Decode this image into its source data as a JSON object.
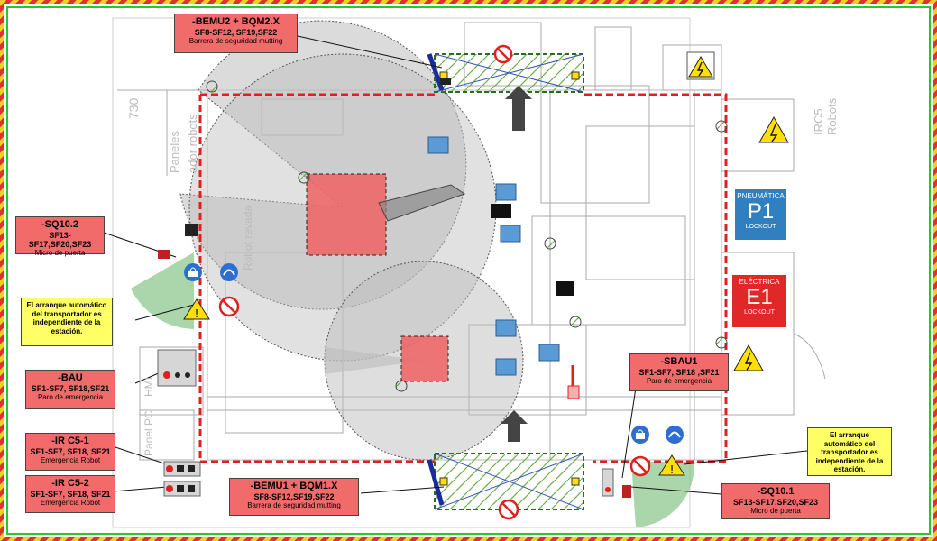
{
  "labels": {
    "bemu2": {
      "title": "-BEMU2 + BQM2.X",
      "codes": "SF8-SF12, SF19,SF22",
      "desc": "Barrera de seguridad mutting"
    },
    "sq10_2": {
      "title": "-SQ10.2",
      "codes": "SF13-SF17,SF20,SF23",
      "desc": "Micro de puerta"
    },
    "bau": {
      "title": "-BAU",
      "codes": "SF1-SF7, SF18,SF21",
      "desc": "Paro de emergencia"
    },
    "irc5_1": {
      "title": "-IR C5-1",
      "codes": "SF1-SF7, SF18, SF21",
      "desc": "Emergencia Robot"
    },
    "irc5_2": {
      "title": "-IR C5-2",
      "codes": "SF1-SF7, SF18, SF21",
      "desc": "Emergencia Robot"
    },
    "bemu1": {
      "title": "-BEMU1 + BQM1.X",
      "codes": "SF8-SF12,SF19,SF22",
      "desc": "Barrera de seguridad mutting"
    },
    "sbau1": {
      "title": "-SBAU1",
      "codes": "SF1-SF7, SF18 ,SF21",
      "desc": "Paro de emergencia"
    },
    "sq10_1": {
      "title": "-SQ10.1",
      "codes": "SF13-SF17,SF20,SF23",
      "desc": "Micro de puerta"
    }
  },
  "notes": {
    "left": "El arranque automático del transportador es independiente de la estación.",
    "right": "El arranque automático del transportador es independiente de la estación."
  },
  "panels": {
    "p1": {
      "top": "PNEUMÁTICA",
      "big": "P1",
      "bottom": "LOCKOUT"
    },
    "e1": {
      "top": "ELÉCTRICA",
      "big": "E1",
      "bottom": "LOCKOUT"
    }
  },
  "background_text": {
    "dim_730": "730",
    "paneles": "Paneles",
    "robots_left": "ador robots",
    "robot_revad": "Robot revada",
    "irc5": "IRC5",
    "robots_right": "Robots",
    "panel_pc": "Panel PC",
    "hmi": "HMI"
  },
  "colors": {
    "fence": "#e02020",
    "label_bg": "#f26b6b",
    "note_bg": "#ffff66",
    "p1_bg": "#2f7fc1",
    "e1_bg": "#e02828",
    "zone_gray": "#bdbdbd",
    "robot_red": "#f06262",
    "green_zone": "#88c488",
    "outer_green": "#28c828"
  }
}
